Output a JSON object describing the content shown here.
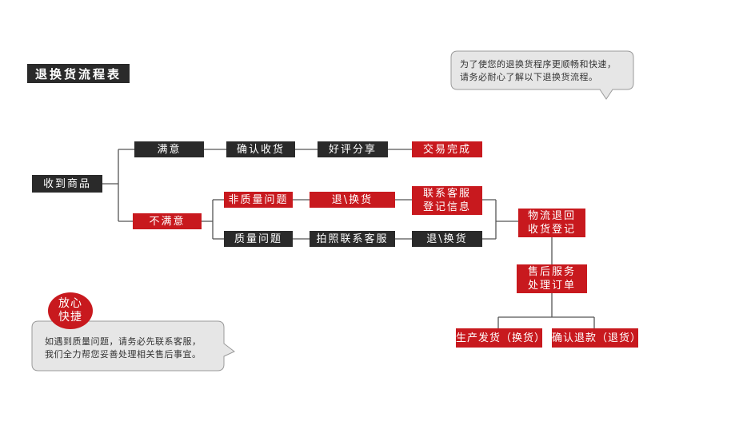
{
  "title": "退换货流程表",
  "note_top": {
    "line1": "为了使您的退换货程序更顺畅和快速，",
    "line2": "请务必耐心了解以下退换货流程。"
  },
  "note_bottom": {
    "badge_line1": "放心",
    "badge_line2": "快捷",
    "line1": "如遇到质量问题，请务必先联系客服，",
    "line2": "我们全力帮您妥善处理相关售后事宜。"
  },
  "nodes": {
    "receive": "收到商品",
    "satisfied": "满意",
    "confirm_receipt": "确认收货",
    "good_review": "好评分享",
    "deal_done": "交易完成",
    "unsatisfied": "不满意",
    "non_quality": "非质量问题",
    "return_exchange_1": "退\\换货",
    "contact_register": "联系客服\n登记信息",
    "quality": "质量问题",
    "photo_contact": "拍照联系客服",
    "return_exchange_2": "退\\换货",
    "logistics": "物流退回\n收货登记",
    "after_sales": "售后服务\n处理订单",
    "reship": "生产发货（换货）",
    "refund": "确认退款（退货）"
  },
  "colors": {
    "dark": "#2a2a2a",
    "red": "#c8191e",
    "line": "#555555",
    "bubble": "#e6e6e6"
  }
}
